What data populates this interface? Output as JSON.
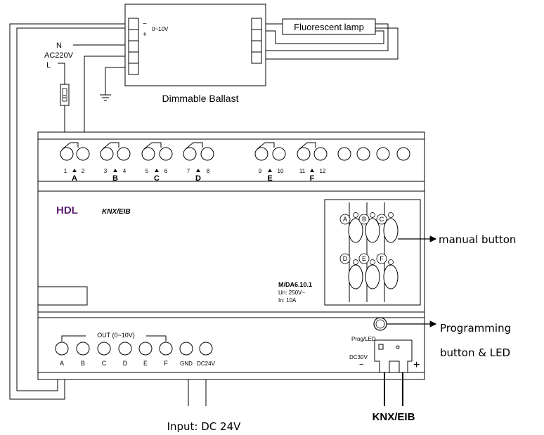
{
  "ballast": {
    "title": "Dimmable Ballast",
    "dim_label": "0~10V",
    "minus": "−",
    "plus": "+"
  },
  "lamp": {
    "label": "Fluorescent lamp"
  },
  "mains": {
    "n": "N",
    "ac": "AC220V",
    "l": "L"
  },
  "module": {
    "brand": "HDL",
    "bus_logo": "KNX/EIB",
    "model": "M/DA6.10.1",
    "rating_un": "Un: 250V~",
    "rating_in": "In: 10A",
    "relay_numbers": [
      "1",
      "2",
      "3",
      "4",
      "5",
      "6",
      "7",
      "8",
      "9",
      "10",
      "11",
      "12"
    ],
    "channels": [
      "A",
      "B",
      "C",
      "D",
      "E",
      "F"
    ],
    "button_letters": [
      "A",
      "B",
      "C",
      "D",
      "E",
      "F"
    ],
    "out_label": "OUT (0~10V)",
    "out_terminals": [
      "A",
      "B",
      "C",
      "D",
      "E",
      "F",
      "GND",
      "DC24V"
    ],
    "prog_led": "Prog/LED",
    "dc30v": "DC30V",
    "dc_minus": "−",
    "dc_plus": "+"
  },
  "callouts": {
    "manual": "manual button",
    "programming_1": "Programming",
    "programming_2": "button  & LED"
  },
  "bottom": {
    "input": "Input: DC 24V",
    "knx": "KNX/EIB"
  }
}
